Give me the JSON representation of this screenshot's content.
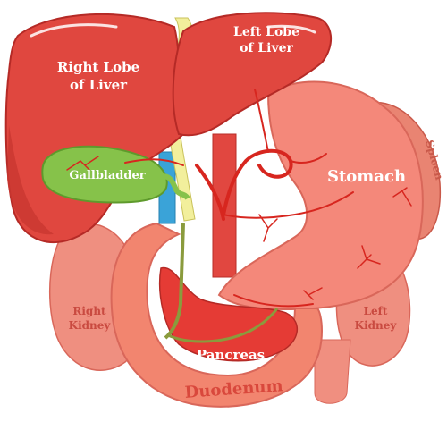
{
  "labels": {
    "right_lobe_line1": "Right Lobe",
    "right_lobe_line2": "of Liver",
    "left_lobe_line1": "Left Lobe",
    "left_lobe_line2": "of Liver",
    "gallbladder": "Gallbladder",
    "stomach": "Stomach",
    "spleen": "Spleen",
    "right_kidney_line1": "Right",
    "right_kidney_line2": "Kidney",
    "left_kidney_line1": "Left",
    "left_kidney_line2": "Kidney",
    "pancreas": "Pancreas",
    "duodenum": "Duodenum"
  },
  "colors": {
    "liver": "#e0473f",
    "liver_dark": "#b52a26",
    "stomach": "#f4887a",
    "kidney": "#ef8f80",
    "spleen": "#e98472",
    "duodenum": "#f2856f",
    "pancreas": "#e53b35",
    "gallbladder": "#86c24a",
    "bile_duct": "#f2ef9c",
    "portal_vein": "#3aa3d8",
    "artery": "#d7261f"
  }
}
